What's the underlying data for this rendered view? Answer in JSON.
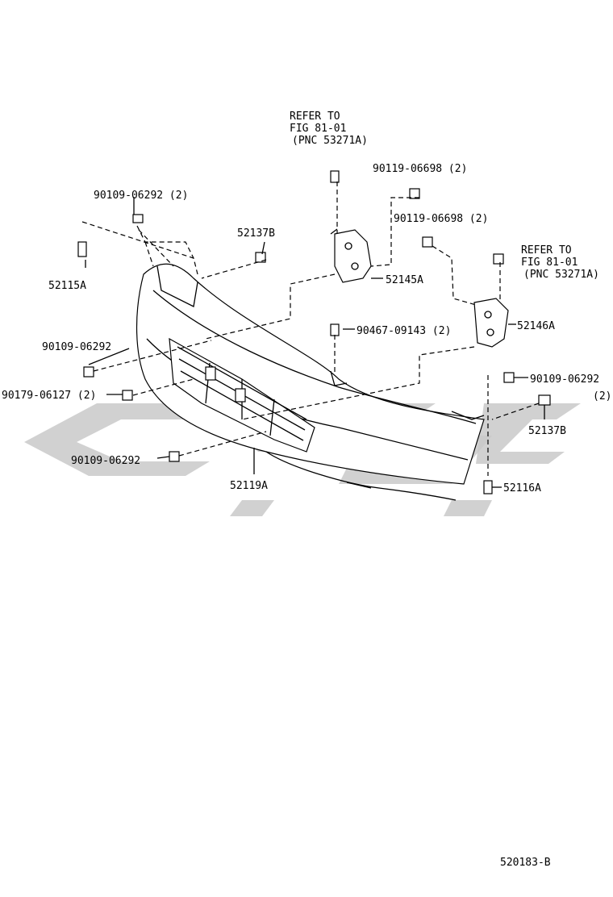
{
  "diagram": {
    "figure_code": "520183-B",
    "refer_to": [
      {
        "line1": "REFER TO",
        "line2": "FIG 81-01",
        "line3": "(PNC 53271A)"
      },
      {
        "line1": "REFER TO",
        "line2": "FIG 81-01",
        "line3": "(PNC 53271A)"
      }
    ],
    "labels": {
      "bolt_top_left": "90109-06292 (2)",
      "part_52137B_top": "52137B",
      "clip_52115A": "52115A",
      "bracket_52145A": "52145A",
      "bolt_90119_a": "90119-06698 (2)",
      "bolt_90119_b": "90119-06698 (2)",
      "bracket_52146A": "52146A",
      "clip_90467": "90467-09143 (2)",
      "bolt_left_mid": "90109-06292",
      "nut_90179": "90179-06127 (2)",
      "bolt_right": "90109-06292",
      "bolt_right_qty": "(2)",
      "part_52137B_right": "52137B",
      "bolt_bottom": "90109-06292",
      "grille_52119A": "52119A",
      "clip_52116A": "52116A"
    }
  }
}
